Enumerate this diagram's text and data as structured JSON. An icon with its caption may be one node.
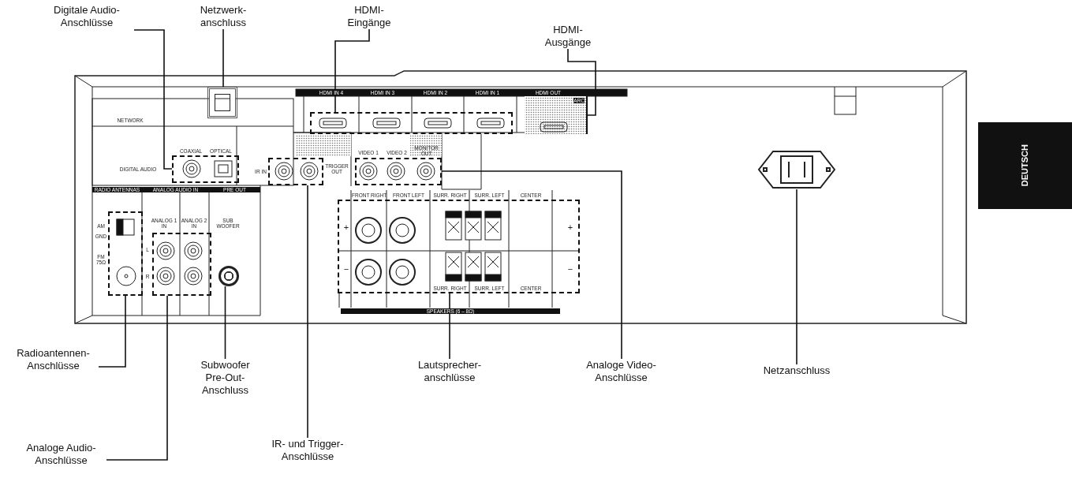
{
  "diagram": {
    "nodes": [
      {
        "text": [
          "Digitale Audio-Anschlüsse"
        ]
      },
      {
        "text": [
          "Netzwerk- anschluss"
        ]
      },
      {
        "text": [
          "HDMI- Eingänge"
        ]
      },
      {
        "text": [
          "HDMI- Ausgänge"
        ]
      },
      {
        "text": [
          "Radioantennen- Anschlüsse"
        ]
      },
      {
        "text": [
          "Analoge Audio-Anschlüsse"
        ]
      },
      {
        "text": [
          "Subwoofer Pre-Out- Anschluss"
        ]
      },
      {
        "text": [
          "IR- und Trigger- Anschlüsse"
        ]
      },
      {
        "text": [
          "Lautsprecher- anschlüsse"
        ]
      },
      {
        "text": [
          "Analoge Video-Anschlüsse"
        ]
      },
      {
        "text": [
          "Netzanschluss"
        ]
      },
      {
        "text": [],
        "shape": "box"
      },
      {
        "text": [],
        "shape": "box"
      },
      {
        "text": [],
        "shape": "box"
      },
      {
        "text": [],
        "shape": "box"
      },
      {
        "text": [],
        "shape": "box"
      },
      {
        "text": [],
        "shape": "box"
      },
      {
        "text": [],
        "shape": "circle"
      },
      {
        "text": [],
        "shape": "box"
      },
      {
        "text": [],
        "shape": "box"
      },
      {
        "text": [],
        "shape": "box"
      },
      {
        "text": [],
        "shape": "box"
      }
    ],
    "edges": [
      {
        "from": 0,
        "to": 11,
        "arrow": "none"
      },
      {
        "from": 1,
        "to": 12,
        "arrow": "none"
      },
      {
        "from": 2,
        "to": 13,
        "arrow": "none"
      },
      {
        "from": 3,
        "to": 14,
        "arrow": "none"
      },
      {
        "from": 4,
        "to": 15,
        "arrow": "none"
      },
      {
        "from": 5,
        "to": 16,
        "arrow": "none"
      },
      {
        "from": 6,
        "to": 17,
        "arrow": "none"
      },
      {
        "from": 7,
        "to": 18,
        "arrow": "none"
      },
      {
        "from": 8,
        "to": 19,
        "arrow": "none"
      },
      {
        "from": 9,
        "to": 20,
        "arrow": "none"
      },
      {
        "from": 10,
        "to": 21,
        "arrow": "none"
      }
    ],
    "labels": [
      "HDMI IN 4",
      "HDMI IN 3",
      "HDMI IN 2",
      "HDMI IN 1",
      "HDMI OUT",
      "ARC",
      "DEUTSCH",
      "NETWORK",
      "COAXIAL",
      "OPTICAL",
      "DIGITAL AUDIO",
      "IR IN",
      "TRIGGER OUT",
      "VIDEO 1",
      "VIDEO 2",
      "MONITOR OUT",
      "RADIO ANTENNAS",
      "ANALOG AUDIO IN",
      "PRE OUT",
      "ANALOG 1 IN",
      "ANALOG 2 IN",
      "SUB WOOFER",
      "AM",
      "GND",
      "FM 75Ω",
      "L",
      "R",
      "FRONT RIGHT",
      "FRONT LEFT",
      "SURR. RIGHT",
      "SURR. LEFT",
      "CENTER",
      "+",
      "+",
      "−",
      "−",
      "SURR. RIGHT",
      "SURR. LEFT",
      "CENTER",
      "SPEAKERS (6 – 8Ω)"
    ]
  }
}
